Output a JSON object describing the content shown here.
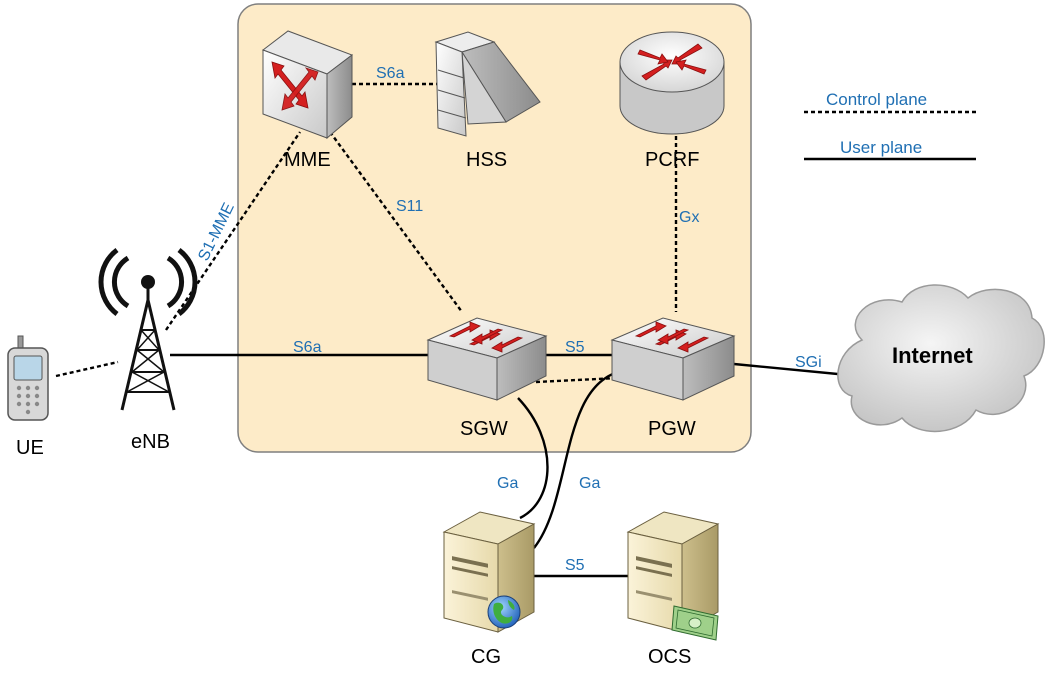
{
  "nodes": {
    "ue": "UE",
    "enb": "eNB",
    "mme": "MME",
    "hss": "HSS",
    "pcrf": "PCRF",
    "sgw": "SGW",
    "pgw": "PGW",
    "cg": "CG",
    "ocs": "OCS",
    "internet": "Internet"
  },
  "interfaces": {
    "mme_hss": "S6a",
    "enb_mme": "S1-MME",
    "mme_sgw": "S11",
    "pcrf_pgw": "Gx",
    "enb_sgw": "S6a",
    "sgw_pgw": "S5",
    "pgw_internet": "SGi",
    "sgw_cg": "Ga",
    "pgw_cg": "Ga",
    "cg_ocs": "S5"
  },
  "legend": {
    "control_plane": "Control plane",
    "user_plane": "User plane"
  },
  "colors": {
    "core_area_fill": "#fdebc8",
    "core_area_border": "#7f7f7f",
    "label_blue": "#1f6fb3",
    "icon_red": "#d41f1f"
  }
}
